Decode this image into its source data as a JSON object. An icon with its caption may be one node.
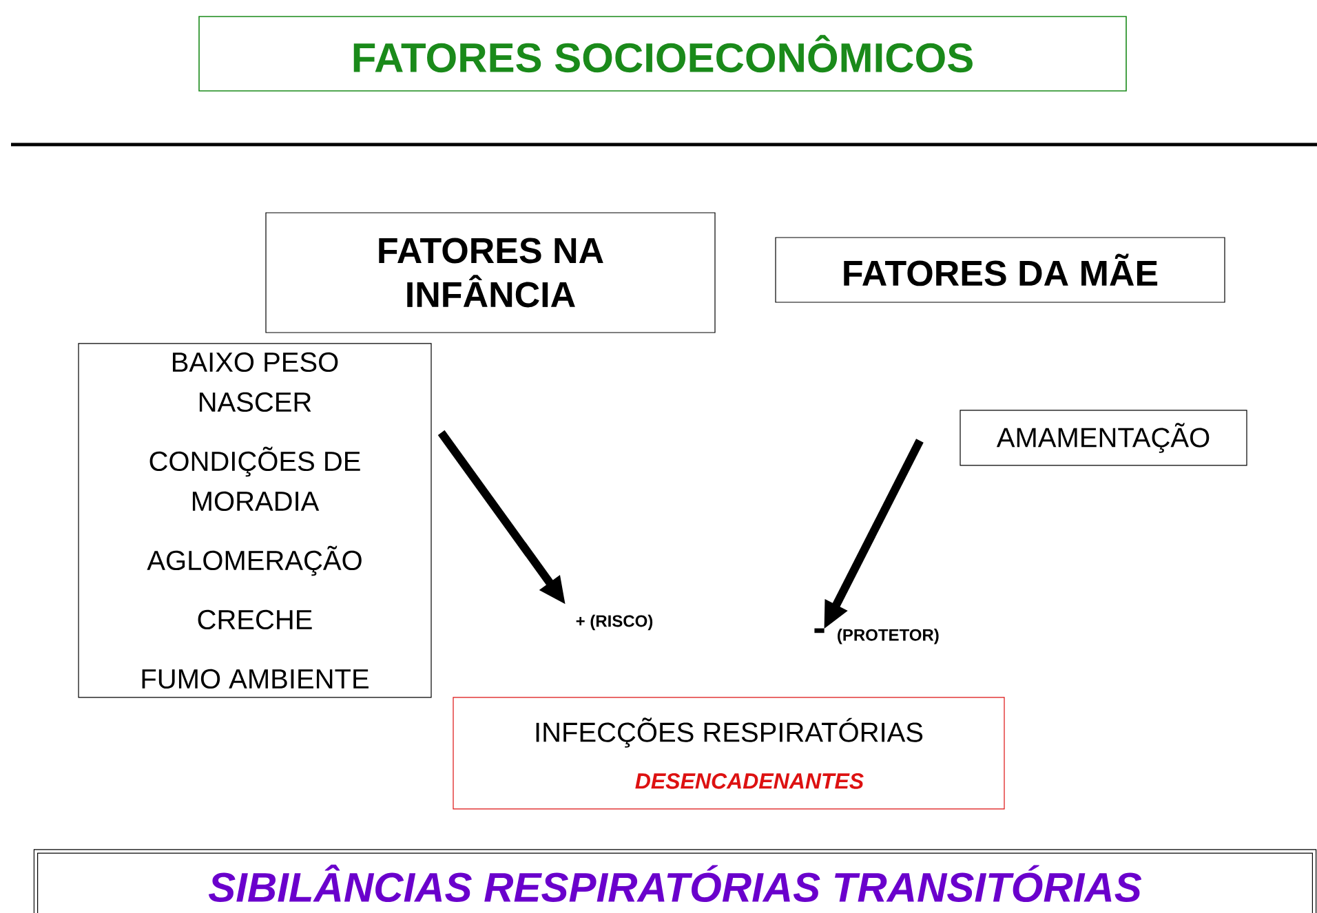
{
  "diagram": {
    "nodes": [
      {
        "text": [
          "FATORES SOCIOECONÔMICOS"
        ]
      },
      {
        "text": [
          "FATORES NA INFÂNCIA"
        ]
      },
      {
        "text": [
          "FATORES DA MÃE"
        ]
      },
      {
        "text": [
          "BAIXO PESO NASCER",
          "CONDIÇÕES DE MORADIA",
          "AGLOMERAÇÃO",
          "CRECHE",
          "FUMO AMBIENTE"
        ]
      },
      {
        "text": [
          "AMAMENTAÇÃO"
        ]
      },
      {
        "text": [
          "INFECÇÕES RESPIRATÓRIAS",
          "DESENCADENANTES"
        ]
      },
      {
        "text": [
          "SIBILÂNCIAS RESPIRATÓRIAS TRANSITÓRIAS"
        ]
      },
      {
        "text": [
          "+ (RISCO)"
        ]
      },
      {
        "text": [
          "-",
          "(PROTETOR)"
        ]
      }
    ],
    "edges": [
      {
        "from": 3,
        "to": 7,
        "arrow": "to"
      },
      {
        "from": 4,
        "to": 8,
        "arrow": "to"
      }
    ]
  }
}
